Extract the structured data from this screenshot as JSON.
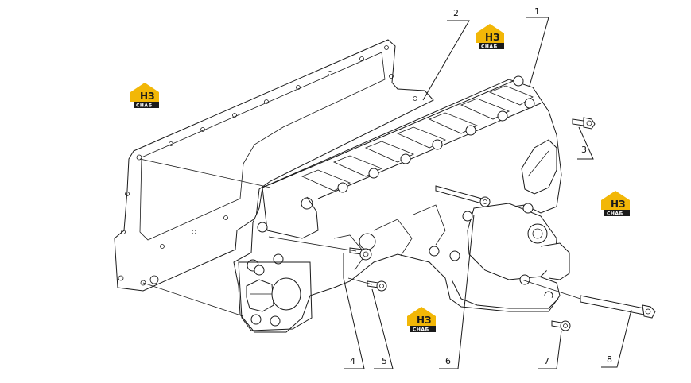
{
  "callouts": [
    {
      "id": "1",
      "label": "1"
    },
    {
      "id": "2",
      "label": "2"
    },
    {
      "id": "3",
      "label": "3"
    },
    {
      "id": "4",
      "label": "4"
    },
    {
      "id": "5",
      "label": "5"
    },
    {
      "id": "6",
      "label": "6"
    },
    {
      "id": "7",
      "label": "7"
    },
    {
      "id": "8",
      "label": "8"
    }
  ],
  "watermark": {
    "top": "НЗ",
    "bottom": "СНАБ",
    "accent_color": "#f2b707",
    "dark_color": "#1a1a1a"
  }
}
